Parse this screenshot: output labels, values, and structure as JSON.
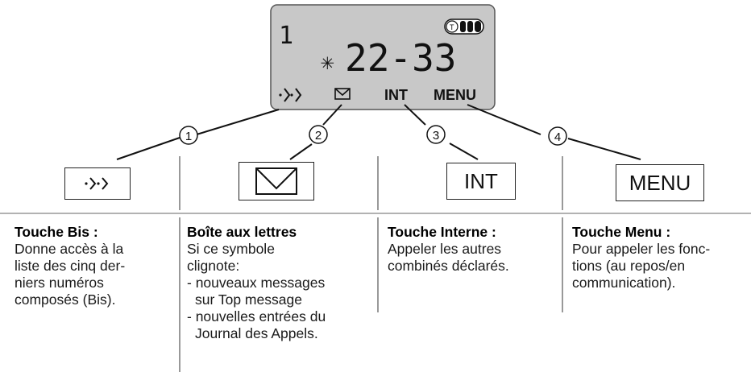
{
  "lcd": {
    "line_indicator": "1",
    "number": "22-33",
    "star_symbol": "✳",
    "soft_labels": {
      "int": "INT",
      "menu": "MENU"
    },
    "icons": [
      "redial-icon",
      "envelope-icon",
      "battery-icon"
    ]
  },
  "callouts": [
    "1",
    "2",
    "3",
    "4"
  ],
  "keys": [
    {
      "id": "bis",
      "label": "",
      "icon": "redial-icon"
    },
    {
      "id": "mailbox",
      "label": "",
      "icon": "envelope-icon"
    },
    {
      "id": "int",
      "label": "INT"
    },
    {
      "id": "menu",
      "label": "MENU"
    }
  ],
  "descriptions": [
    {
      "title": "Touche Bis :",
      "lines": [
        "Donne accès à la",
        "liste des cinq der-",
        "niers numéros",
        "composés (Bis)."
      ]
    },
    {
      "title": "Boîte aux lettres",
      "lines": [
        "Si ce symbole",
        "clignote:",
        "- nouveaux messages",
        "sur Top message",
        "- nouvelles entrées du",
        "Journal des Appels."
      ]
    },
    {
      "title": "Touche Interne :",
      "lines": [
        "Appeler les autres",
        "combinés déclarés."
      ]
    },
    {
      "title": "Touche Menu :",
      "lines": [
        "Pour appeler les fonc-",
        "tions (au repos/en",
        "communication)."
      ]
    }
  ]
}
